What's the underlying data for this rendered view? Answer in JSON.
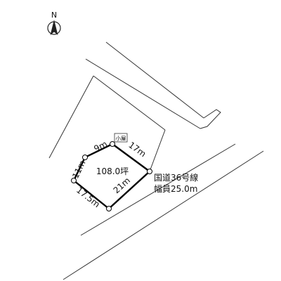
{
  "compass": {
    "label": "N"
  },
  "lot": {
    "area": "108.0坪",
    "sides": {
      "top_left_short": "9m",
      "top_right": "17m",
      "left": "11m",
      "bottom_left": "17.5m",
      "bottom_right": "21m"
    }
  },
  "tag": {
    "label": "小屋"
  },
  "road": {
    "name": "国道36号線",
    "width": "幅員25.0m"
  },
  "colors": {
    "lines": "#222222",
    "lot_border": "#000000",
    "background": "#ffffff"
  }
}
